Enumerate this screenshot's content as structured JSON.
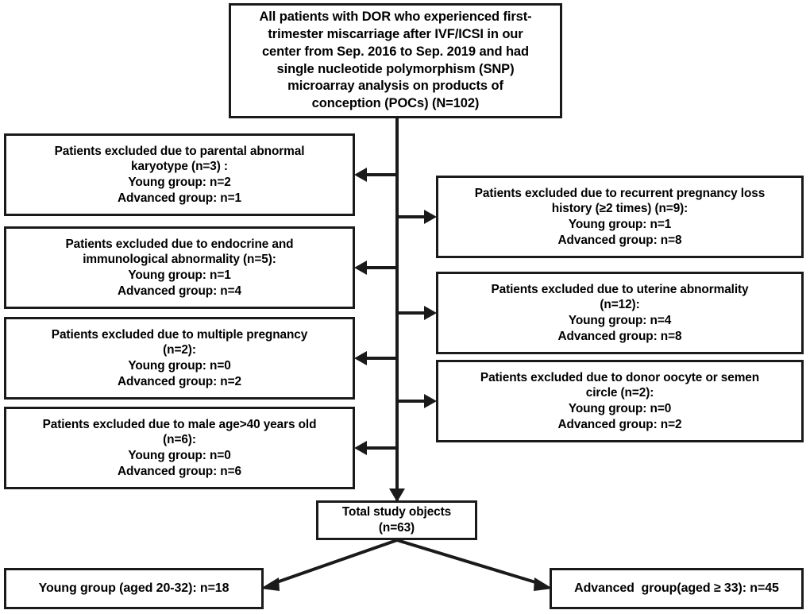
{
  "diagram": {
    "type": "flowchart",
    "title": "Patient selection flow diagram",
    "accent_color": "#1a1a1a",
    "background_color": "#ffffff"
  },
  "top_box": {
    "lines": [
      "All patients with DOR who experienced first-",
      "trimester miscarriage after IVF/ICSI in our",
      "center from Sep. 2016 to Sep. 2019 and had",
      "single nucleotide polymorphism (SNP)",
      "microarray analysis on products of",
      "conception (POCs) (N=102)"
    ]
  },
  "left_exclusions": [
    {
      "lines": [
        "Patients excluded due to parental abnormal",
        "karyotype (n=3) :",
        "Young group: n=2",
        "Advanced group: n=1"
      ],
      "reason": "parental abnormal karyotype",
      "total": 3,
      "young": 2,
      "advanced": 1
    },
    {
      "lines": [
        "Patients excluded due to endocrine and",
        "immunological abnormality (n=5):",
        "Young group: n=1",
        "Advanced group: n=4"
      ],
      "reason": "endocrine and immunological abnormality",
      "total": 5,
      "young": 1,
      "advanced": 4
    },
    {
      "lines": [
        "Patients excluded due to multiple pregnancy",
        "(n=2):",
        "Young group: n=0",
        "Advanced group: n=2"
      ],
      "reason": "multiple pregnancy",
      "total": 2,
      "young": 0,
      "advanced": 2
    },
    {
      "lines": [
        "Patients excluded due to male age>40 years old",
        "(n=6):",
        "Young group: n=0",
        "Advanced group: n=6"
      ],
      "reason": "male age>40 years old",
      "total": 6,
      "young": 0,
      "advanced": 6
    }
  ],
  "right_exclusions": [
    {
      "lines": [
        "Patients excluded due to recurrent pregnancy loss",
        "history (≥2 times) (n=9):",
        "Young group: n=1",
        "Advanced group: n=8"
      ],
      "reason": "recurrent pregnancy loss history (≥2 times)",
      "total": 9,
      "young": 1,
      "advanced": 8
    },
    {
      "lines": [
        "Patients excluded due to uterine abnormality",
        "(n=12):",
        "Young group: n=4",
        "Advanced group: n=8"
      ],
      "reason": "uterine abnormality",
      "total": 12,
      "young": 4,
      "advanced": 8
    },
    {
      "lines": [
        "Patients excluded due to donor oocyte or semen",
        "circle (n=2):",
        "Young group: n=0",
        "Advanced group: n=2"
      ],
      "reason": "donor oocyte or semen circle",
      "total": 2,
      "young": 0,
      "advanced": 2
    }
  ],
  "total_box": {
    "lines": [
      "Total study objects",
      "(n=63)"
    ],
    "label": "Total study objects",
    "count": 63
  },
  "young_box": {
    "lines": [
      "Young group (aged 20-32): n=18"
    ],
    "label": "Young group (aged 20-32)",
    "count": 18
  },
  "advanced_box": {
    "lines": [
      "Advanced  group(aged ≥ 33): n=45"
    ],
    "label": "Advanced  group(aged ≥ 33)",
    "count": 45
  }
}
